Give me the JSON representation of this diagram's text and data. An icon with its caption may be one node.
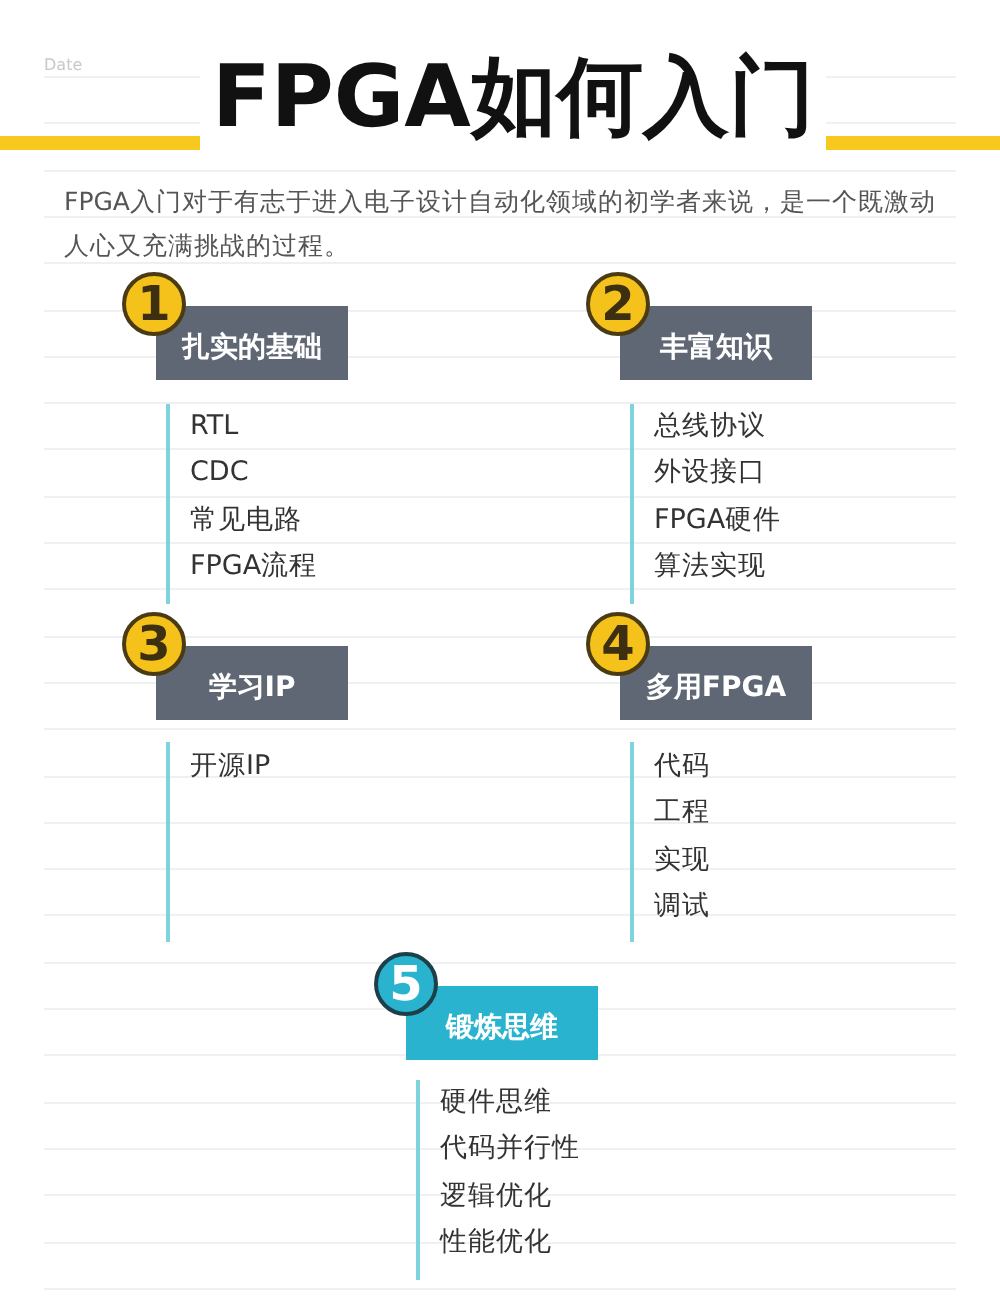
{
  "diagram": {
    "title": "FPGA如何入门",
    "nodes": [
      {
        "text": [
          "1"
        ]
      },
      {
        "text": [
          "扎实的基础"
        ]
      },
      {
        "text": [
          "2"
        ]
      },
      {
        "text": [
          "丰富知识"
        ]
      },
      {
        "text": [
          "3"
        ]
      },
      {
        "text": [
          "学习IP"
        ]
      },
      {
        "text": [
          "4"
        ]
      },
      {
        "text": [
          "多用FPGA"
        ]
      },
      {
        "text": [
          "5"
        ]
      },
      {
        "text": [
          "锻炼思维"
        ]
      }
    ],
    "labels": [
      "Date",
      "FPGA入门对于有志于进入电子设计自动化领域的初学者来说，是一个既激动人心又充满挑战的过程。",
      "RTL",
      "CDC",
      "常见电路",
      "FPGA流程",
      "总线协议",
      "外设接口",
      "FPGA硬件",
      "算法实现",
      "开源IP",
      "代码",
      "工程",
      "实现",
      "调试",
      "硬件思维",
      "代码并行性",
      "逻辑优化",
      "性能优化"
    ]
  }
}
